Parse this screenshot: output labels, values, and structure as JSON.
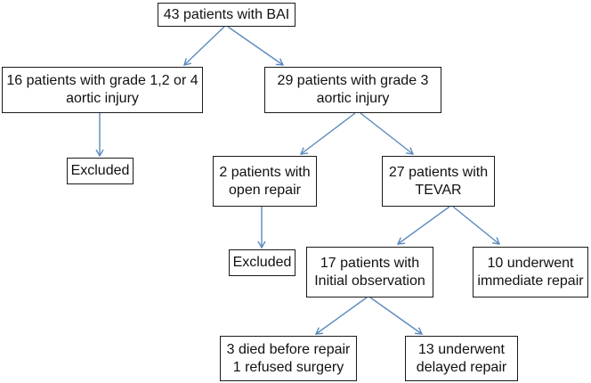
{
  "colors": {
    "arrow": "#5b8bbf",
    "box_border": "#1a1a1a",
    "text": "#111111",
    "background": "#ffffff"
  },
  "nodes": {
    "root": {
      "lines": [
        "43 patients with BAI"
      ]
    },
    "grade_124": {
      "lines": [
        "16 patients with grade 1,2 or 4",
        "aortic injury"
      ]
    },
    "grade_3": {
      "lines": [
        "29 patients with grade 3",
        "aortic injury"
      ]
    },
    "excluded_left": {
      "lines": [
        "Excluded"
      ]
    },
    "open_repair": {
      "lines": [
        "2 patients with",
        "open repair"
      ]
    },
    "tevar": {
      "lines": [
        "27 patients with",
        "TEVAR"
      ]
    },
    "excluded_mid": {
      "lines": [
        "Excluded"
      ]
    },
    "observation": {
      "lines": [
        "17 patients with",
        "Initial observation"
      ]
    },
    "immediate_repair": {
      "lines": [
        "10 underwent",
        "immediate repair"
      ]
    },
    "died_refused": {
      "lines": [
        "3 died before repair",
        "1 refused surgery"
      ]
    },
    "delayed_repair": {
      "lines": [
        "13 underwent",
        "delayed repair"
      ]
    }
  }
}
